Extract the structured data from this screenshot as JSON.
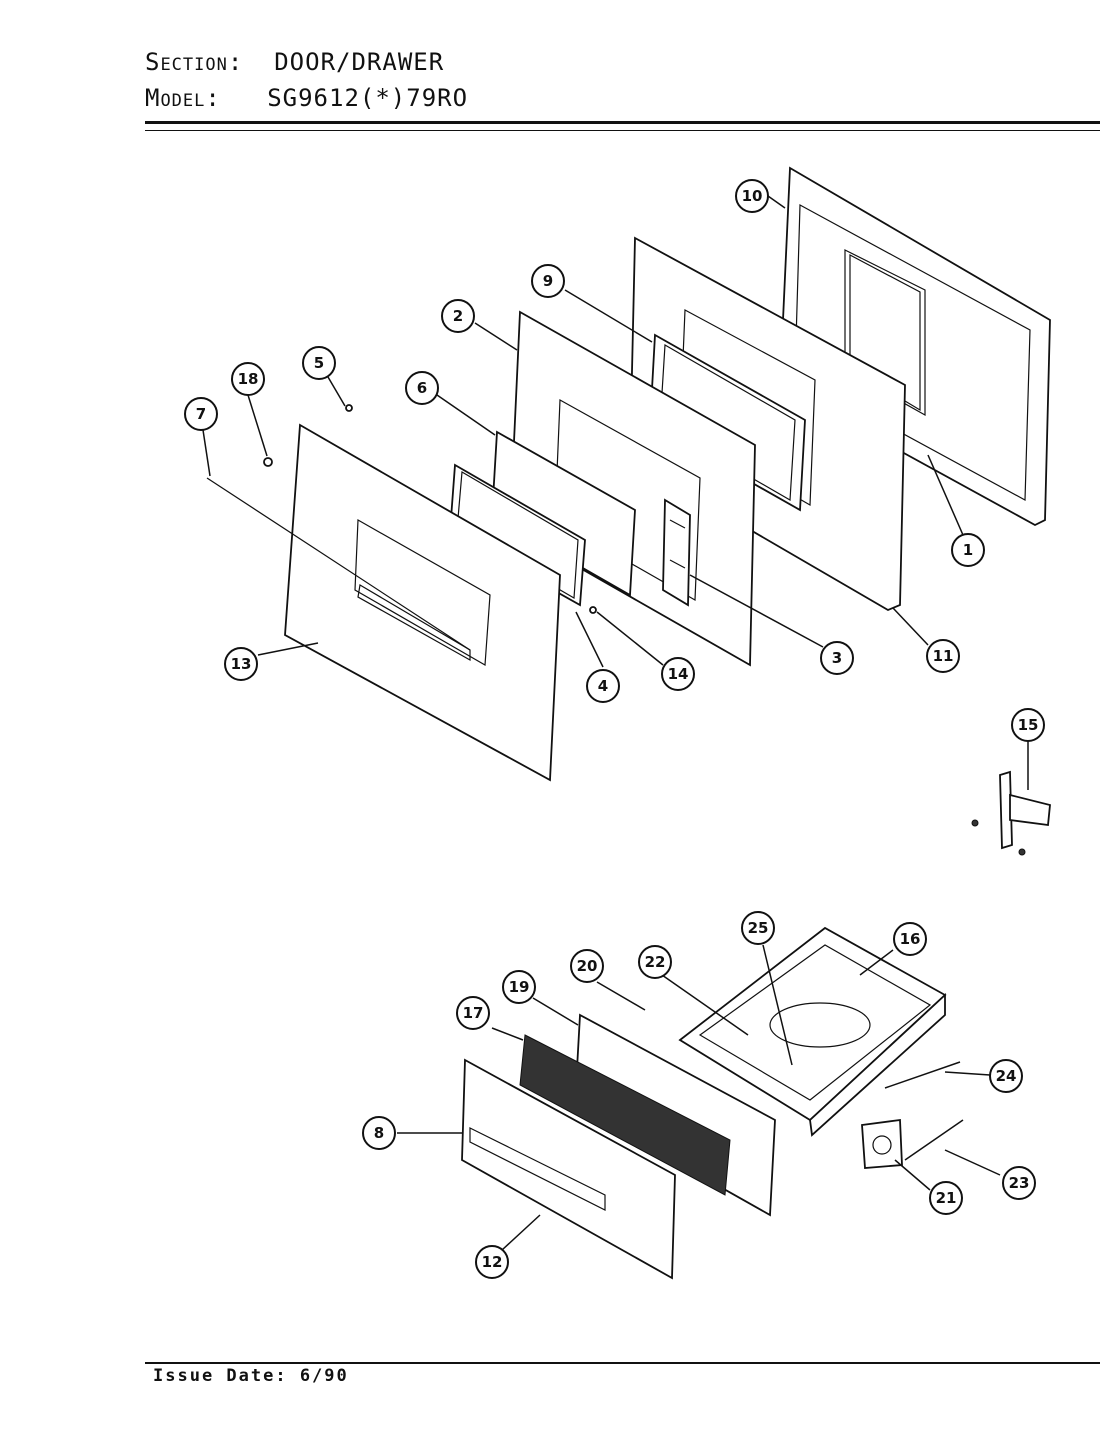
{
  "header": {
    "section_key": "Section:",
    "section_value": "DOOR/DRAWER",
    "model_key": "Model:",
    "model_value": "SG9612(*)79RO"
  },
  "footer": {
    "issue_date": "Issue Date: 6/90"
  },
  "callouts": [
    "10",
    "9",
    "2",
    "5",
    "18",
    "6",
    "7",
    "1",
    "3",
    "11",
    "13",
    "4",
    "14",
    "15",
    "25",
    "16",
    "22",
    "20",
    "19",
    "17",
    "24",
    "8",
    "21",
    "23",
    "12"
  ]
}
